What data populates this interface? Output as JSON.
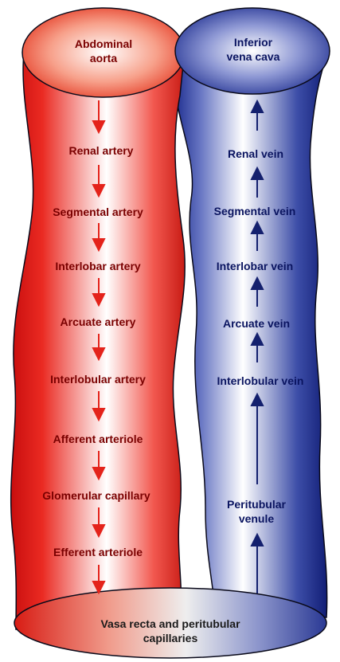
{
  "artery": {
    "top": [
      "Abdominal",
      "aorta"
    ],
    "steps": [
      "Renal artery",
      "Segmental artery",
      "Interlobar artery",
      "Arcuate artery",
      "Interlobular artery",
      "Afferent arteriole",
      "Glomerular capillary",
      "Efferent arteriole"
    ],
    "color": "#e8231a"
  },
  "vein": {
    "top": [
      "Inferior",
      "vena cava"
    ],
    "steps": [
      "Renal vein",
      "Segmental vein",
      "Interlobar vein",
      "Arcuate vein",
      "Interlobular vein"
    ],
    "venule": [
      "Peritubular",
      "venule"
    ],
    "color": "#1e2f96"
  },
  "bottom": [
    "Vasa recta and peritubular",
    "capillaries"
  ]
}
